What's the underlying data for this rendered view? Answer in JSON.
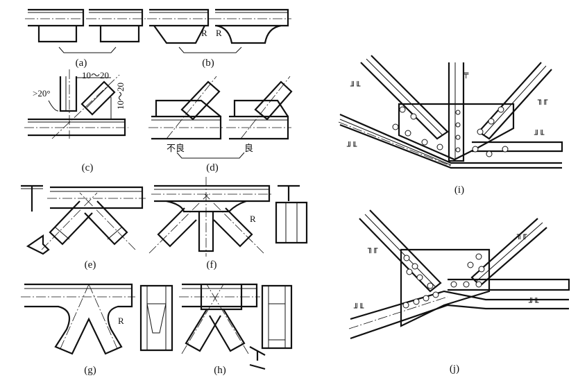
{
  "figure": {
    "panels": [
      {
        "id": "a",
        "label": "(a)"
      },
      {
        "id": "b",
        "label": "(b)"
      },
      {
        "id": "c",
        "label": "(c)"
      },
      {
        "id": "d",
        "label": "(d)"
      },
      {
        "id": "e",
        "label": "(e)"
      },
      {
        "id": "f",
        "label": "(f)"
      },
      {
        "id": "g",
        "label": "(g)"
      },
      {
        "id": "h",
        "label": "(h)"
      },
      {
        "id": "i",
        "label": "(i)"
      },
      {
        "id": "j",
        "label": "(j)"
      }
    ],
    "annotations": {
      "radius": "R",
      "angle": ">20°",
      "offset_horizontal": "10～20",
      "offset_vertical": "10～20",
      "bad": "不良",
      "good": "良"
    },
    "section_marks": {
      "double_angle_down": "╖╓",
      "double_angle_up": "╜╙",
      "tee_down": "╤",
      "tee_up": "╧"
    }
  }
}
